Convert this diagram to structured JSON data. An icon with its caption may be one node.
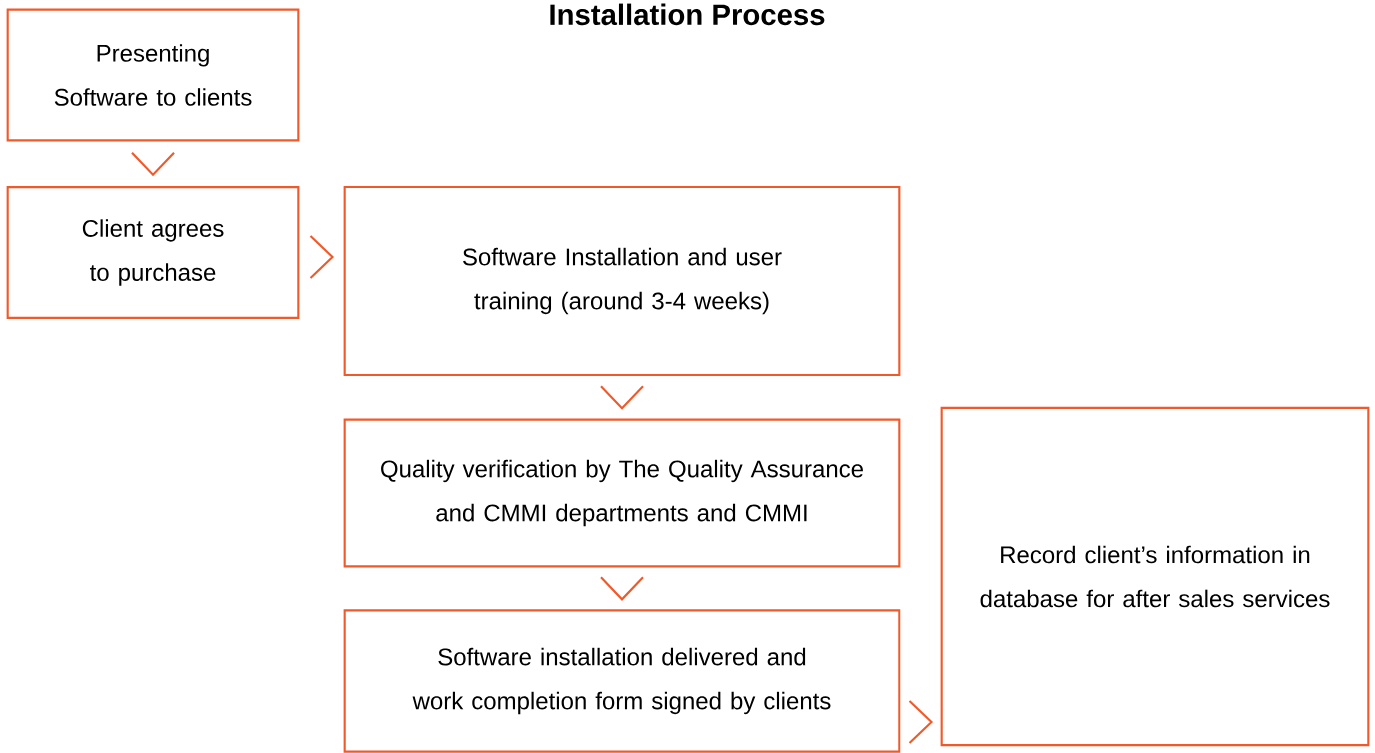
{
  "diagram": {
    "title": "Installation Process",
    "nodes": [
      {
        "text": [
          "Presenting Software to clients"
        ]
      },
      {
        "text": [
          "Client agrees to purchase"
        ]
      },
      {
        "text": [
          "Software Installation and user training (around 3-4 weeks)"
        ]
      },
      {
        "text": [
          "Quality verification by The Quality Assurance and CMMI departments and CMMI"
        ]
      },
      {
        "text": [
          "Software installation delivered and work completion form signed by clients"
        ]
      },
      {
        "text": [
          "Record client’s information in database for after sales services"
        ]
      }
    ],
    "edges": [
      {
        "from": 0,
        "to": 1,
        "arrow": "to"
      },
      {
        "from": 1,
        "to": 2,
        "arrow": "to"
      },
      {
        "from": 2,
        "to": 3,
        "arrow": "to"
      },
      {
        "from": 3,
        "to": 4,
        "arrow": "to"
      },
      {
        "from": 4,
        "to": 5,
        "arrow": "to"
      }
    ]
  }
}
